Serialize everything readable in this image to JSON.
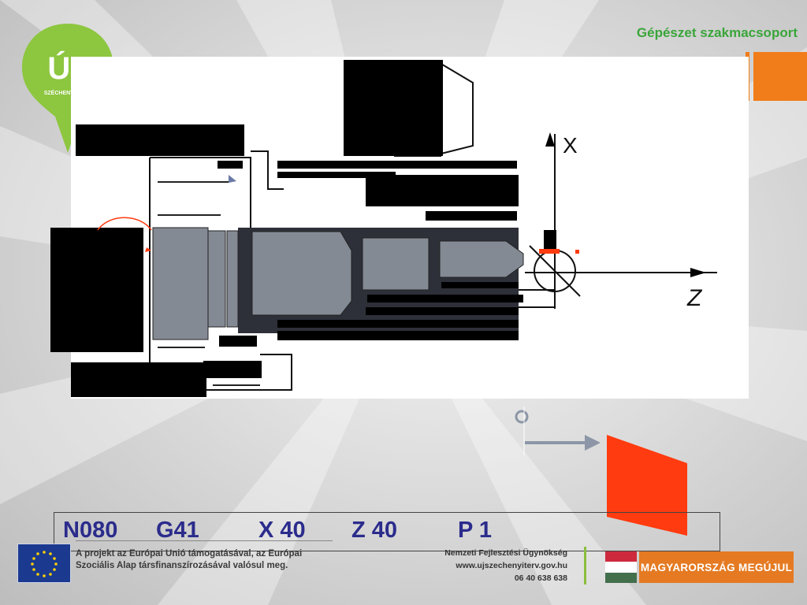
{
  "header": {
    "brand": "Gépészet szakmacsoport"
  },
  "logo": {
    "main": "ÚJ",
    "sub": "SZÉCHENYI TERV"
  },
  "diagram": {
    "axis_x": "X",
    "axis_z": "Z"
  },
  "code": {
    "block": "N080",
    "g_code": "G41",
    "x_word": "X 40",
    "z_word": "Z 40",
    "p_word": "P 1"
  },
  "footer": {
    "eu_text_line1": "A projekt az Európai Unió támogatásával, az Európai",
    "eu_text_line2": "Szociális Alap társfinanszírozásával valósul meg.",
    "agency_name": "Nemzeti Fejlesztési Ügynökség",
    "agency_url": "www.ujszechenyiterv.gov.hu",
    "agency_phone": "06 40 638 638",
    "badge": "MAGYARORSZÁG MEGÚJUL"
  },
  "colors": {
    "brand_green": "#3aa53a",
    "accent_orange": "#f07d1a",
    "code_blue": "#2b2c8c",
    "tool_red": "#ff3b0f",
    "part_grey": "#848a94"
  }
}
